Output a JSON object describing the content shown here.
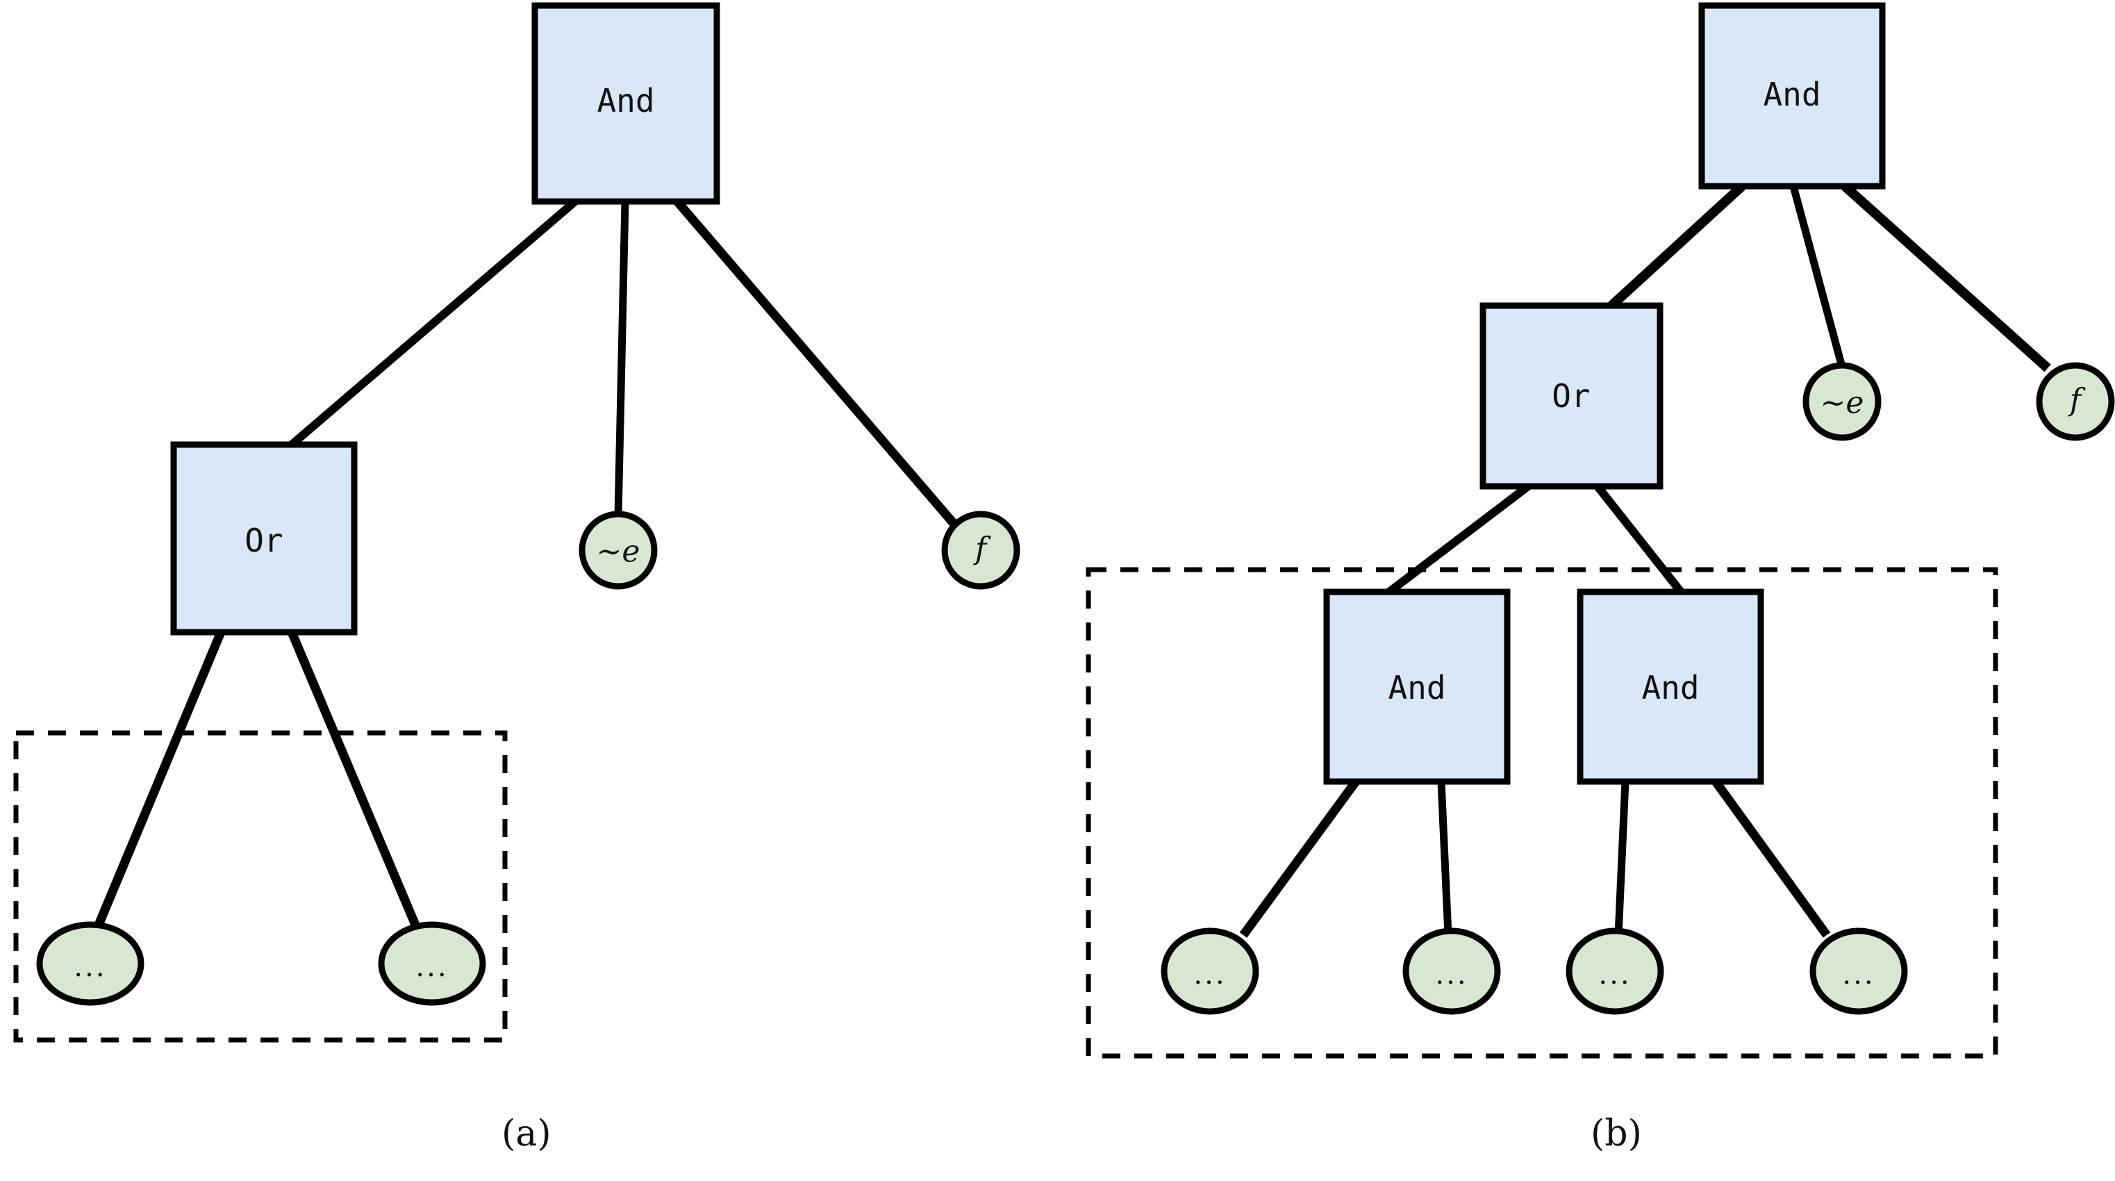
{
  "figure": {
    "background_color": "#ffffff",
    "node_box_fill": "#dae7f8",
    "node_circle_fill": "#d8e7d2",
    "stroke_color": "#000000"
  },
  "panels": [
    {
      "id": "a",
      "caption_open": "(",
      "caption_letter": "a",
      "caption_close": ")",
      "group_box": {
        "label": ""
      },
      "nodes": [
        {
          "key": "a_and_root",
          "label": "And",
          "shape": "box"
        },
        {
          "key": "a_or",
          "label": "Or",
          "shape": "box"
        },
        {
          "key": "a_not_e",
          "label": "~e",
          "shape": "circle"
        },
        {
          "key": "a_f",
          "label": "f",
          "shape": "circle"
        },
        {
          "key": "a_dots_1",
          "label": "...",
          "shape": "circle"
        },
        {
          "key": "a_dots_2",
          "label": "...",
          "shape": "circle"
        }
      ],
      "edges": [
        {
          "from": "a_and_root",
          "to": "a_or"
        },
        {
          "from": "a_and_root",
          "to": "a_not_e"
        },
        {
          "from": "a_and_root",
          "to": "a_f"
        },
        {
          "from": "a_or",
          "to": "a_dots_1"
        },
        {
          "from": "a_or",
          "to": "a_dots_2"
        }
      ]
    },
    {
      "id": "b",
      "caption_open": "(",
      "caption_letter": "b",
      "caption_close": ")",
      "group_box": {
        "label": ""
      },
      "nodes": [
        {
          "key": "b_and_root",
          "label": "And",
          "shape": "box"
        },
        {
          "key": "b_or",
          "label": "Or",
          "shape": "box"
        },
        {
          "key": "b_not_e",
          "label": "~e",
          "shape": "circle"
        },
        {
          "key": "b_f",
          "label": "f",
          "shape": "circle"
        },
        {
          "key": "b_and_left",
          "label": "And",
          "shape": "box"
        },
        {
          "key": "b_and_right",
          "label": "And",
          "shape": "box"
        },
        {
          "key": "b_dots_1",
          "label": "...",
          "shape": "circle"
        },
        {
          "key": "b_dots_2",
          "label": "...",
          "shape": "circle"
        },
        {
          "key": "b_dots_3",
          "label": "...",
          "shape": "circle"
        },
        {
          "key": "b_dots_4",
          "label": "...",
          "shape": "circle"
        }
      ],
      "edges": [
        {
          "from": "b_and_root",
          "to": "b_or"
        },
        {
          "from": "b_and_root",
          "to": "b_not_e"
        },
        {
          "from": "b_and_root",
          "to": "b_f"
        },
        {
          "from": "b_or",
          "to": "b_and_left"
        },
        {
          "from": "b_or",
          "to": "b_and_right"
        },
        {
          "from": "b_and_left",
          "to": "b_dots_1"
        },
        {
          "from": "b_and_left",
          "to": "b_dots_2"
        },
        {
          "from": "b_and_right",
          "to": "b_dots_3"
        },
        {
          "from": "b_and_right",
          "to": "b_dots_4"
        }
      ]
    }
  ],
  "labels": {
    "a_and_root": "And",
    "a_or": "Or",
    "a_not_e": "~e",
    "a_f": "f",
    "a_dots_1": "...",
    "a_dots_2": "...",
    "b_and_root": "And",
    "b_or": "Or",
    "b_not_e": "~e",
    "b_f": "f",
    "b_and_left": "And",
    "b_and_right": "And",
    "b_dots_1": "...",
    "b_dots_2": "...",
    "b_dots_3": "...",
    "b_dots_4": "..."
  },
  "captions": {
    "a": "(a)",
    "b": "(b)"
  }
}
